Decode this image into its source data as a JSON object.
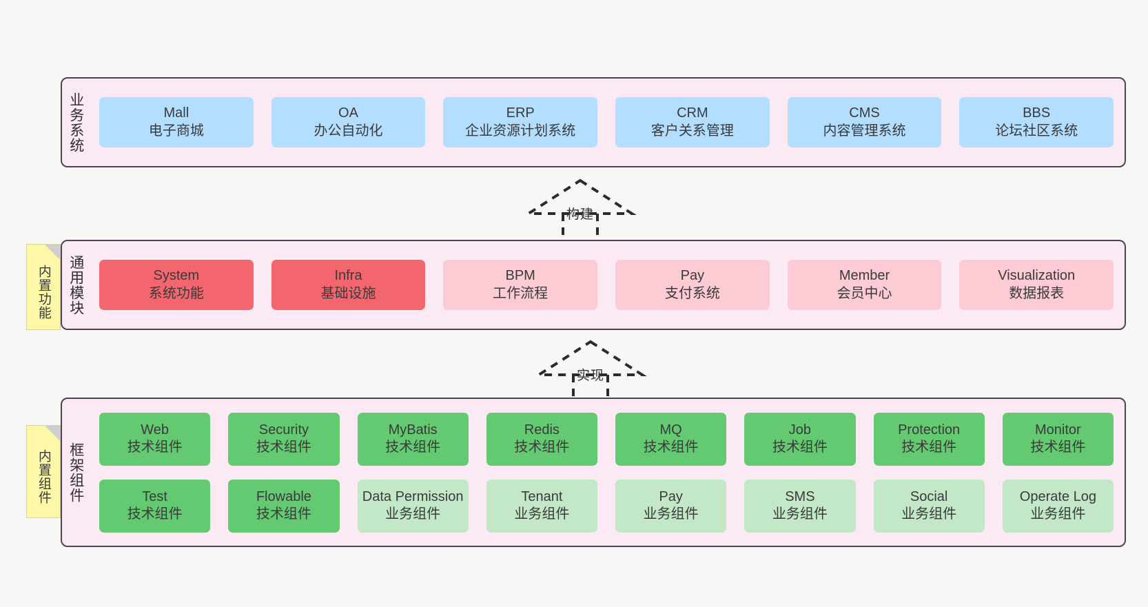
{
  "diagram": {
    "title": "",
    "colors": {
      "panel_bg": "#fbeaf4",
      "panel_border": "#4a4450",
      "business_card": "#b3deff",
      "module_core": "#f4666e",
      "module_optional": "#fccbd3",
      "framework_tech": "#63ca72",
      "framework_business": "#c3e8c8",
      "note_bg": "#fcf8a8",
      "page_bg": "#f7f7f5"
    }
  },
  "notes": [
    {
      "id": "builtin-features",
      "label": "内置功能"
    },
    {
      "id": "builtin-components",
      "label": "内置组件"
    }
  ],
  "connectors": [
    {
      "id": "build",
      "label": "构建",
      "style": "dashed-hollow-triangle"
    },
    {
      "id": "realize",
      "label": "实现",
      "style": "dashed-hollow-triangle"
    }
  ],
  "layers": [
    {
      "id": "business",
      "title": "业务系统",
      "rows": [
        {
          "cards": [
            {
              "name": "Mall",
              "desc": "电子商城",
              "variant": "c-blue"
            },
            {
              "name": "OA",
              "desc": "办公自动化",
              "variant": "c-blue"
            },
            {
              "name": "ERP",
              "desc": "企业资源计划系统",
              "variant": "c-blue"
            },
            {
              "name": "CRM",
              "desc": "客户关系管理",
              "variant": "c-blue"
            },
            {
              "name": "CMS",
              "desc": "内容管理系统",
              "variant": "c-blue"
            },
            {
              "name": "BBS",
              "desc": "论坛社区系统",
              "variant": "c-blue"
            }
          ]
        }
      ]
    },
    {
      "id": "modules",
      "title": "通用模块",
      "rows": [
        {
          "cards": [
            {
              "name": "System",
              "desc": "系统功能",
              "variant": "c-red"
            },
            {
              "name": "Infra",
              "desc": "基础设施",
              "variant": "c-red"
            },
            {
              "name": "BPM",
              "desc": "工作流程",
              "variant": "c-pink"
            },
            {
              "name": "Pay",
              "desc": "支付系统",
              "variant": "c-pink"
            },
            {
              "name": "Member",
              "desc": "会员中心",
              "variant": "c-pink"
            },
            {
              "name": "Visualization",
              "desc": "数据报表",
              "variant": "c-pink"
            }
          ]
        }
      ]
    },
    {
      "id": "framework",
      "title": "框架组件",
      "rows": [
        {
          "cards": [
            {
              "name": "Web",
              "desc": "技术组件",
              "variant": "c-green"
            },
            {
              "name": "Security",
              "desc": "技术组件",
              "variant": "c-green"
            },
            {
              "name": "MyBatis",
              "desc": "技术组件",
              "variant": "c-green"
            },
            {
              "name": "Redis",
              "desc": "技术组件",
              "variant": "c-green"
            },
            {
              "name": "MQ",
              "desc": "技术组件",
              "variant": "c-green"
            },
            {
              "name": "Job",
              "desc": "技术组件",
              "variant": "c-green"
            },
            {
              "name": "Protection",
              "desc": "技术组件",
              "variant": "c-green"
            },
            {
              "name": "Monitor",
              "desc": "技术组件",
              "variant": "c-green"
            }
          ]
        },
        {
          "cards": [
            {
              "name": "Test",
              "desc": "技术组件",
              "variant": "c-green"
            },
            {
              "name": "Flowable",
              "desc": "技术组件",
              "variant": "c-green"
            },
            {
              "name": "Data Permission",
              "desc": "业务组件",
              "variant": "c-lightgreen"
            },
            {
              "name": "Tenant",
              "desc": "业务组件",
              "variant": "c-lightgreen"
            },
            {
              "name": "Pay",
              "desc": "业务组件",
              "variant": "c-lightgreen"
            },
            {
              "name": "SMS",
              "desc": "业务组件",
              "variant": "c-lightgreen"
            },
            {
              "name": "Social",
              "desc": "业务组件",
              "variant": "c-lightgreen"
            },
            {
              "name": "Operate Log",
              "desc": "业务组件",
              "variant": "c-lightgreen"
            }
          ]
        }
      ]
    }
  ]
}
